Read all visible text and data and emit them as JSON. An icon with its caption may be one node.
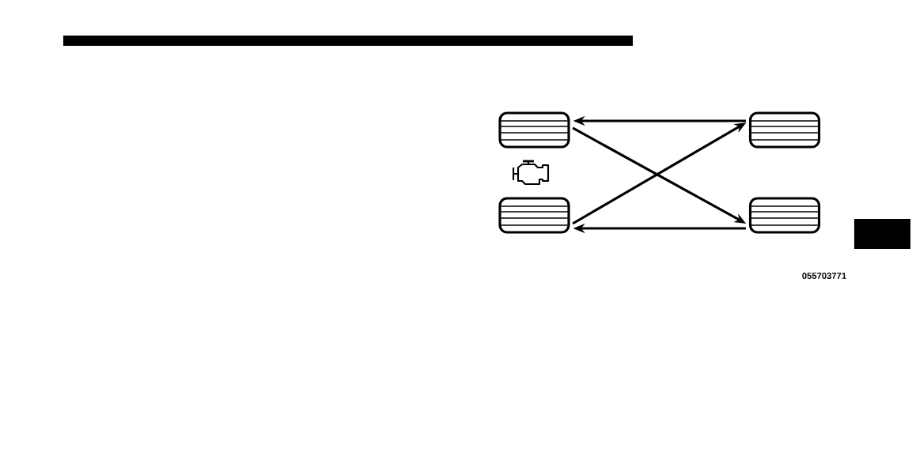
{
  "diagram": {
    "nodes": [
      {
        "text": [],
        "shape": "tire"
      },
      {
        "text": [],
        "shape": "tire"
      },
      {
        "text": [],
        "shape": "tire"
      },
      {
        "text": [],
        "shape": "tire"
      }
    ],
    "edges": [
      {
        "from": 1,
        "to": 0,
        "arrow": "to"
      },
      {
        "from": 0,
        "to": 3,
        "arrow": "to"
      },
      {
        "from": 2,
        "to": 1,
        "arrow": "to"
      },
      {
        "from": 3,
        "to": 2,
        "arrow": "to"
      }
    ],
    "labels": [
      "055703771"
    ]
  }
}
